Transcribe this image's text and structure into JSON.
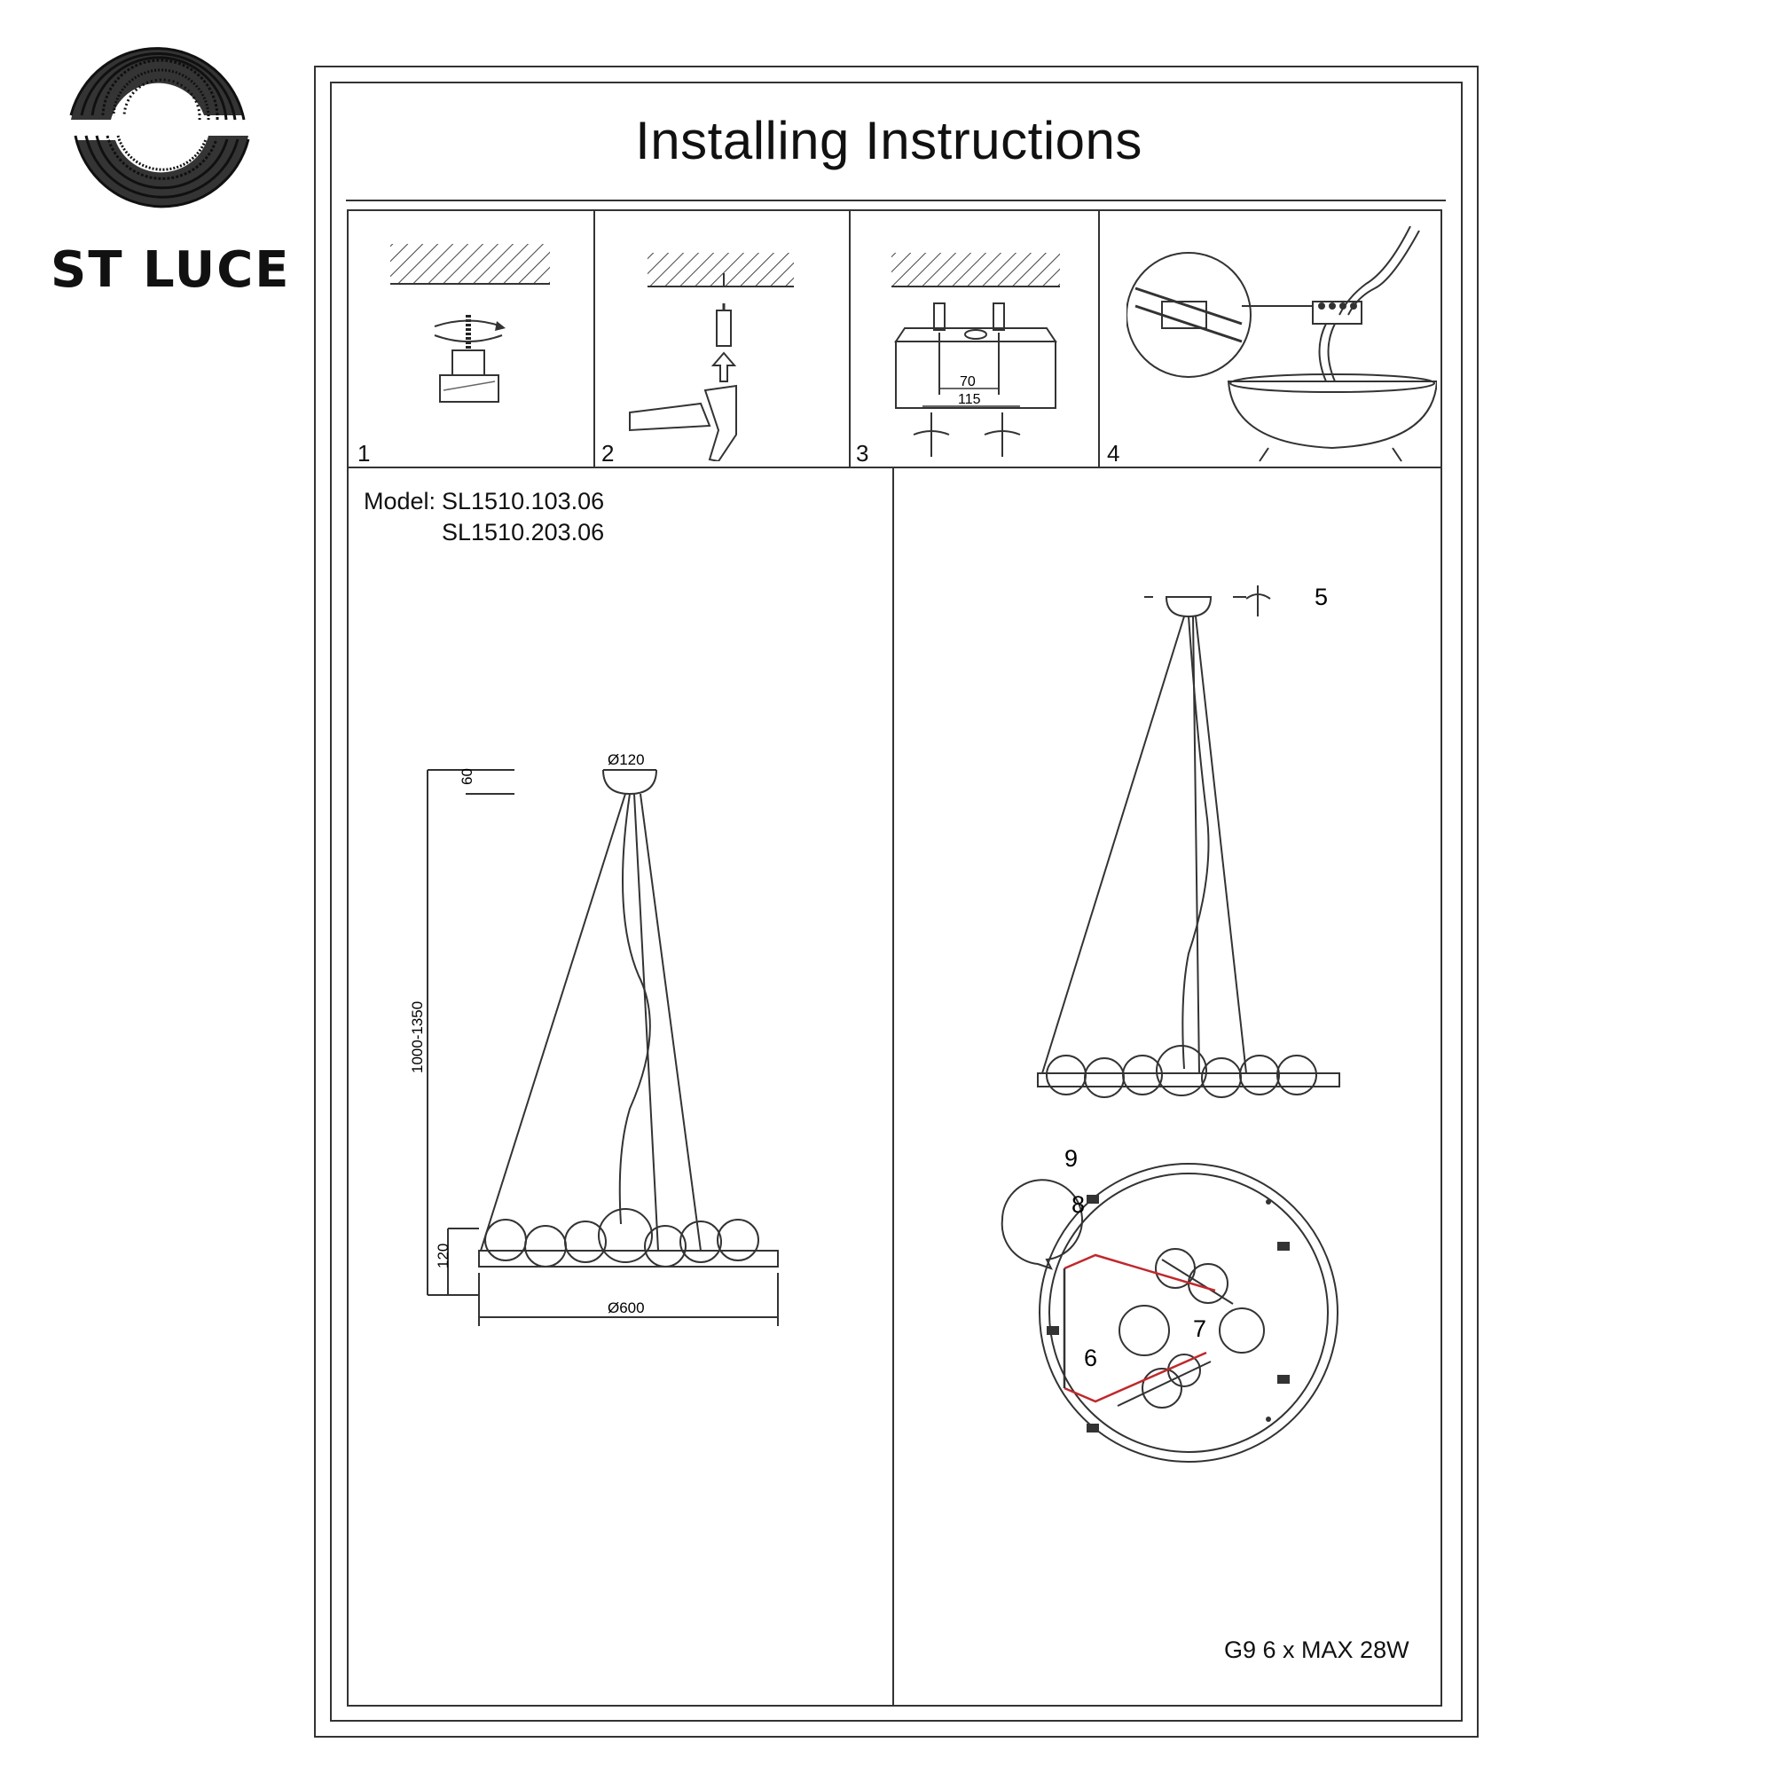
{
  "brand": {
    "name": "ST LUCE",
    "logo_icon": "swirl-logo-icon"
  },
  "title": "Installing Instructions",
  "steps": [
    {
      "number": "1"
    },
    {
      "number": "2"
    },
    {
      "number": "3",
      "dim_inner": "70",
      "dim_outer": "115"
    },
    {
      "number": "4"
    }
  ],
  "model": {
    "label": "Model:",
    "codes": [
      "SL1510.103.06",
      "SL1510.203.06"
    ]
  },
  "dimensions": {
    "canopy_diameter": "Ø120",
    "canopy_height": "60",
    "suspension_length": "1000-1350",
    "ring_height": "120",
    "ring_diameter": "Ø600"
  },
  "callouts": [
    "5",
    "6",
    "7",
    "8",
    "9"
  ],
  "spec": "G9 6 x MAX 28W"
}
